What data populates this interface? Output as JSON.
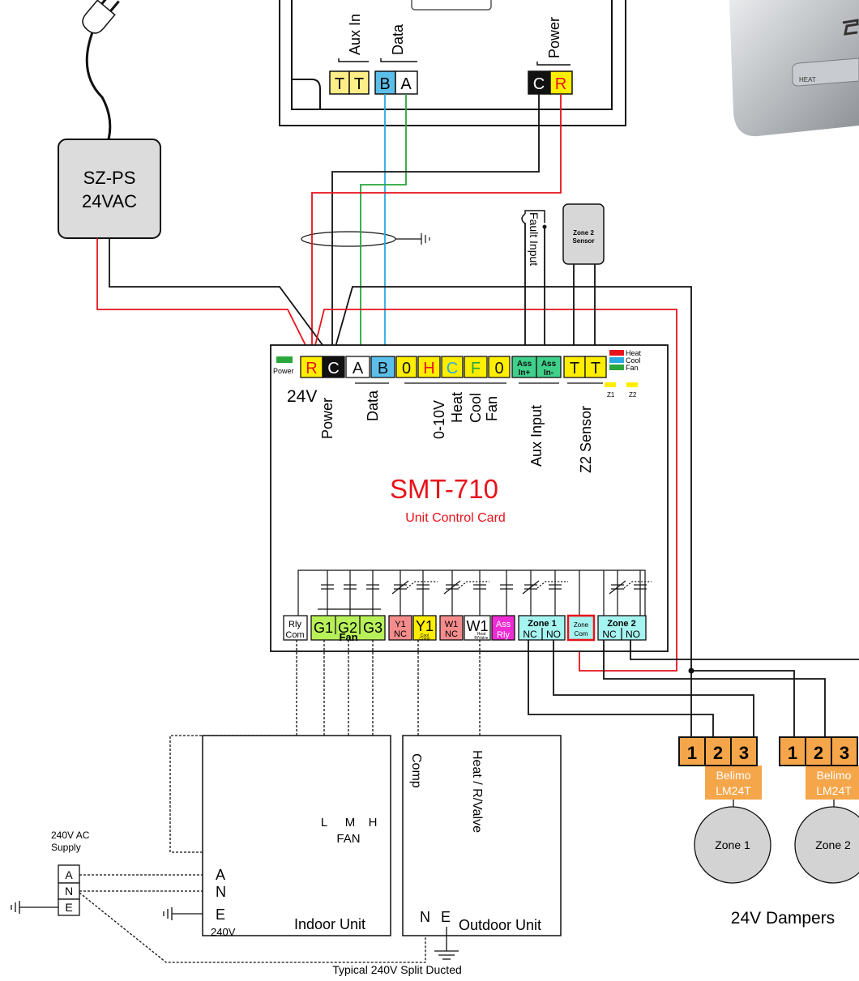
{
  "controller": {
    "top_terminals": [
      "T",
      "T",
      "B",
      "A"
    ],
    "power_terminals": [
      "C",
      "R"
    ],
    "labels": {
      "aux_in": "Aux In",
      "data": "Data",
      "power": "Power"
    }
  },
  "thermostat": {
    "heat_label": "HEAT"
  },
  "power_supply": {
    "line1": "SZ-PS",
    "line2": "24VAC"
  },
  "sensor": {
    "line1": "Zone 2",
    "line2": "Sensor"
  },
  "fault_input_label": "Fault Input",
  "card": {
    "title": "SMT-710",
    "subtitle": "Unit Control Card",
    "power_led_label": "Power",
    "voltage_label": "24V",
    "top_terminals": [
      {
        "label": "R",
        "color": "#ffee00",
        "text_color": "#e8121b"
      },
      {
        "label": "C",
        "color": "#111111",
        "text_color": "#ffffff"
      },
      {
        "label": "A",
        "color": "#ffffff",
        "text_color": "#111111"
      },
      {
        "label": "B",
        "color": "#5bbfea",
        "text_color": "#111111"
      },
      {
        "label": "0",
        "color": "#ffee00",
        "text_color": "#111111"
      },
      {
        "label": "H",
        "color": "#ffee00",
        "text_color": "#e8121b"
      },
      {
        "label": "C",
        "color": "#ffee00",
        "text_color": "#2aa9e0"
      },
      {
        "label": "F",
        "color": "#ffee00",
        "text_color": "#2aa63c"
      },
      {
        "label": "0",
        "color": "#ffee00",
        "text_color": "#111111"
      },
      {
        "label": "Ass In+",
        "color": "#3fd08a",
        "text_color": "#111111"
      },
      {
        "label": "Ass In-",
        "color": "#3fd08a",
        "text_color": "#111111"
      },
      {
        "label": "T",
        "color": "#ffee00",
        "text_color": "#111111"
      },
      {
        "label": "T",
        "color": "#ffee00",
        "text_color": "#111111"
      }
    ],
    "group_labels": [
      "Power",
      "Data",
      "0-10V",
      "Heat",
      "Cool",
      "Fan",
      "Aux Input",
      "Z2 Sensor"
    ],
    "led_legend": [
      {
        "label": "Heat",
        "color": "#e8121b"
      },
      {
        "label": "Cool",
        "color": "#2aa9e0"
      },
      {
        "label": "Fan",
        "color": "#2aa63c"
      }
    ],
    "zone_led_labels": [
      "Z1",
      "Z2"
    ],
    "bottom_terminals": [
      {
        "label": "Rly Com",
        "color": "#ffffff"
      },
      {
        "label": "G1",
        "color": "#b8f05a"
      },
      {
        "label": "G2",
        "color": "#b8f05a"
      },
      {
        "label": "G3",
        "color": "#b8f05a"
      },
      {
        "label": "Y1 NC",
        "color": "#f58c8c"
      },
      {
        "label": "Y1 Cool Comp",
        "color": "#ffee00"
      },
      {
        "label": "W1 NC",
        "color": "#f58c8c"
      },
      {
        "label": "W1 Heat R/Valve",
        "color": "#ffffff"
      },
      {
        "label": "Ass Rly",
        "color": "#ee2bd4"
      },
      {
        "label": "Zone 1 NC",
        "color": "#a6f4f0"
      },
      {
        "label": "NO",
        "color": "#a6f4f0"
      },
      {
        "label": "Zone Com",
        "color": "#a6f4f0"
      },
      {
        "label": "Zone 2 NC",
        "color": "#a6f4f0"
      },
      {
        "label": "NO",
        "color": "#a6f4f0"
      }
    ],
    "fan_label": "Fan"
  },
  "indoor_unit": {
    "fan_terminals": [
      "L",
      "M",
      "H"
    ],
    "fan_label": "FAN",
    "terminals": [
      "A",
      "N",
      "E"
    ],
    "voltage": "240V",
    "name": "Indoor Unit"
  },
  "outdoor_unit": {
    "comp_label": "Comp",
    "heat_label": "Heat / R/Valve",
    "terminals": [
      "N",
      "E"
    ],
    "name": "Outdoor Unit"
  },
  "supply": {
    "line1": "240V AC",
    "line2": "Supply",
    "terminals": [
      "A",
      "N",
      "E"
    ]
  },
  "dampers": {
    "items": [
      {
        "terminals": [
          "1",
          "2",
          "3"
        ],
        "actuator_line1": "Belimo",
        "actuator_line2": "LM24T",
        "zone": "Zone 1"
      },
      {
        "terminals": [
          "1",
          "2",
          "3"
        ],
        "actuator_line1": "Belimo",
        "actuator_line2": "LM24T",
        "zone": "Zone 2"
      }
    ],
    "caption": "24V Dampers",
    "terminal_color": "#f5a64a"
  },
  "footer_caption": "Typical 240V Split Ducted",
  "wire_colors": {
    "red": "#e8121b",
    "black": "#111111",
    "blue": "#2aa9e0",
    "green": "#2aa63c"
  }
}
